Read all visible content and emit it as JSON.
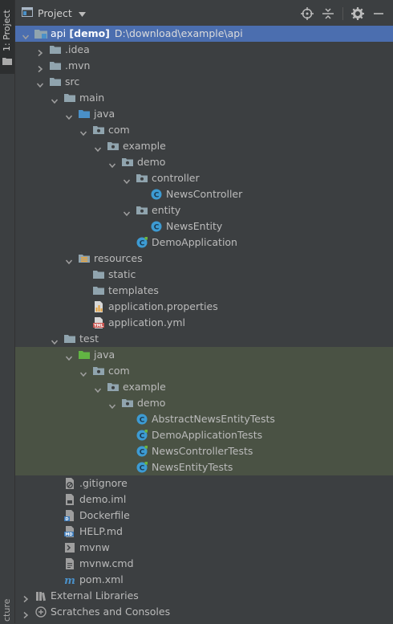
{
  "sidebar": {
    "project_tab_label": "1: Project",
    "structure_tab_label": "cture"
  },
  "header": {
    "title": "Project",
    "tools": [
      "locate-icon",
      "collapse-icon",
      "gear-icon",
      "minimize-icon"
    ]
  },
  "tree": [
    {
      "name": "api",
      "module": "[demo]",
      "path": "D:\\download\\example\\api",
      "depth": 0,
      "state": "open",
      "icon": "module",
      "selected": true
    },
    {
      "name": ".idea",
      "depth": 1,
      "state": "closed",
      "icon": "folder"
    },
    {
      "name": ".mvn",
      "depth": 1,
      "state": "closed",
      "icon": "folder"
    },
    {
      "name": "src",
      "depth": 1,
      "state": "open",
      "icon": "folder"
    },
    {
      "name": "main",
      "depth": 2,
      "state": "open",
      "icon": "folder"
    },
    {
      "name": "java",
      "depth": 3,
      "state": "open",
      "icon": "folder-src"
    },
    {
      "name": "com",
      "depth": 4,
      "state": "open",
      "icon": "package"
    },
    {
      "name": "example",
      "depth": 5,
      "state": "open",
      "icon": "package"
    },
    {
      "name": "demo",
      "depth": 6,
      "state": "open",
      "icon": "package"
    },
    {
      "name": "controller",
      "depth": 7,
      "state": "open",
      "icon": "package"
    },
    {
      "name": "NewsController",
      "depth": 8,
      "state": "none",
      "icon": "class"
    },
    {
      "name": "entity",
      "depth": 7,
      "state": "open",
      "icon": "package"
    },
    {
      "name": "NewsEntity",
      "depth": 8,
      "state": "none",
      "icon": "class"
    },
    {
      "name": "DemoApplication",
      "depth": 7,
      "state": "none",
      "icon": "class-spring"
    },
    {
      "name": "resources",
      "depth": 3,
      "state": "open",
      "icon": "folder-res"
    },
    {
      "name": "static",
      "depth": 4,
      "state": "none",
      "icon": "folder"
    },
    {
      "name": "templates",
      "depth": 4,
      "state": "none",
      "icon": "folder"
    },
    {
      "name": "application.properties",
      "depth": 4,
      "state": "none",
      "icon": "properties"
    },
    {
      "name": "application.yml",
      "depth": 4,
      "state": "none",
      "icon": "yml"
    },
    {
      "name": "test",
      "depth": 2,
      "state": "open",
      "icon": "folder"
    },
    {
      "name": "java",
      "depth": 3,
      "state": "open",
      "icon": "folder-test",
      "tested": true
    },
    {
      "name": "com",
      "depth": 4,
      "state": "open",
      "icon": "package",
      "tested": true
    },
    {
      "name": "example",
      "depth": 5,
      "state": "open",
      "icon": "package",
      "tested": true
    },
    {
      "name": "demo",
      "depth": 6,
      "state": "open",
      "icon": "package",
      "tested": true
    },
    {
      "name": "AbstractNewsEntityTests",
      "depth": 7,
      "state": "none",
      "icon": "class",
      "tested": true
    },
    {
      "name": "DemoApplicationTests",
      "depth": 7,
      "state": "none",
      "icon": "class-spring",
      "tested": true
    },
    {
      "name": "NewsControllerTests",
      "depth": 7,
      "state": "none",
      "icon": "class-spring",
      "tested": true
    },
    {
      "name": "NewsEntityTests",
      "depth": 7,
      "state": "none",
      "icon": "class-spring",
      "tested": true
    },
    {
      "name": ".gitignore",
      "depth": 2,
      "state": "none",
      "icon": "gitignore"
    },
    {
      "name": "demo.iml",
      "depth": 2,
      "state": "none",
      "icon": "iml"
    },
    {
      "name": "Dockerfile",
      "depth": 2,
      "state": "none",
      "icon": "dockerfile"
    },
    {
      "name": "HELP.md",
      "depth": 2,
      "state": "none",
      "icon": "md"
    },
    {
      "name": "mvnw",
      "depth": 2,
      "state": "none",
      "icon": "shell"
    },
    {
      "name": "mvnw.cmd",
      "depth": 2,
      "state": "none",
      "icon": "file"
    },
    {
      "name": "pom.xml",
      "depth": 2,
      "state": "none",
      "icon": "maven"
    },
    {
      "name": "External Libraries",
      "depth": 0,
      "state": "closed",
      "icon": "libraries"
    },
    {
      "name": "Scratches and Consoles",
      "depth": 0,
      "state": "closed",
      "icon": "scratches"
    }
  ],
  "colors": {
    "selection": "#4b6eaf",
    "test_root_bg": "#4a5244",
    "folder": "#90a4ae",
    "source_folder": "#4a90c8",
    "test_folder": "#62b543",
    "class": "#3d9bd3"
  }
}
